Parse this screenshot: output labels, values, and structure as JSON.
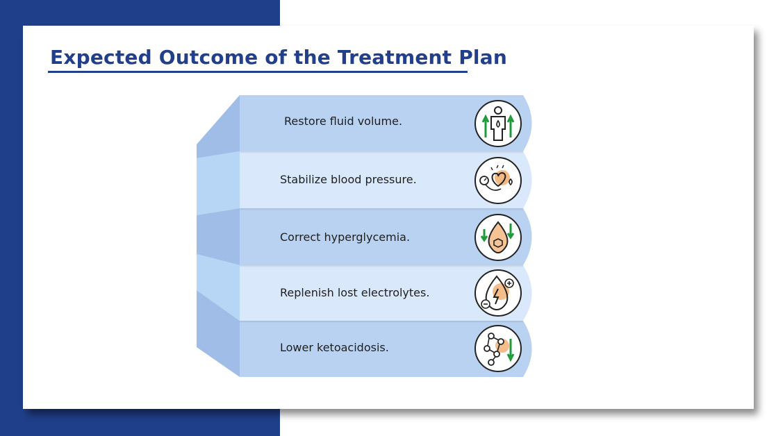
{
  "slide": {
    "title": "Expected Outcome of the Treatment Plan",
    "items": [
      {
        "label": "Restore fluid volume.",
        "icon": "body-fluid-up-icon"
      },
      {
        "label": "Stabilize blood pressure.",
        "icon": "blood-pressure-heart-icon"
      },
      {
        "label": "Correct hyperglycemia.",
        "icon": "glucose-drop-down-icon"
      },
      {
        "label": "Replenish lost electrolytes.",
        "icon": "electrolyte-drop-icon"
      },
      {
        "label": "Lower ketoacidosis.",
        "icon": "molecule-down-icon"
      }
    ]
  },
  "colors": {
    "navy": "#203f8a",
    "band_dark": "#b9d2f1",
    "band_light": "#d9e9fb",
    "arrow_green": "#1f9a3a",
    "accent_orange": "#f0a35a"
  }
}
